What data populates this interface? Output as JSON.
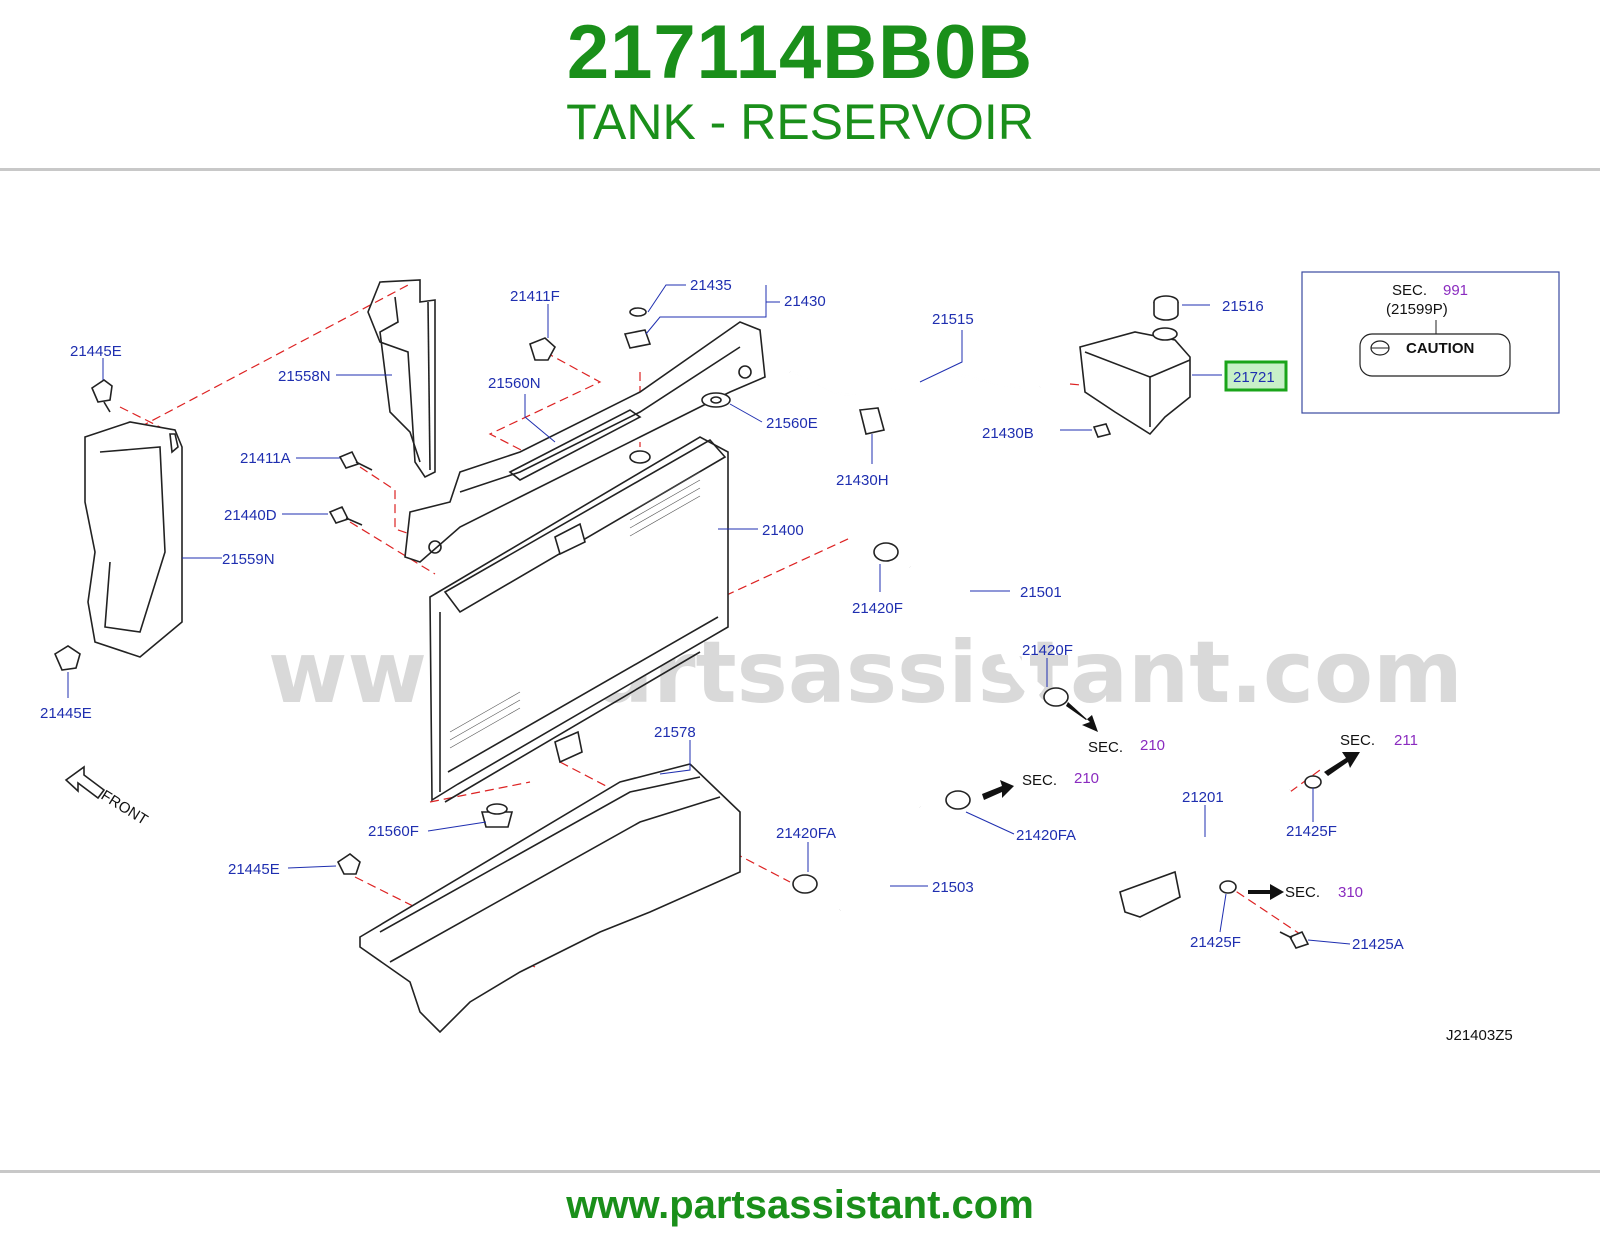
{
  "header": {
    "part_number": "217114BB0B",
    "part_name": "TANK - RESERVOIR"
  },
  "footer": {
    "url": "www.partsassistant.com"
  },
  "diagram": {
    "watermark": "www.partsassistant.com",
    "diagram_code": "J21403Z5",
    "front_label": "FRONT",
    "highlighted_part": "21721",
    "caution_box": {
      "sec_label": "SEC.",
      "sec_number": "991",
      "ref": "(21599P)",
      "caution": "CAUTION"
    },
    "sec_refs": [
      {
        "id": "sec-210a",
        "label": "SEC.",
        "number": "210"
      },
      {
        "id": "sec-210b",
        "label": "SEC.",
        "number": "210"
      },
      {
        "id": "sec-211",
        "label": "SEC.",
        "number": "211"
      },
      {
        "id": "sec-310",
        "label": "SEC.",
        "number": "310"
      }
    ],
    "labels": {
      "p21445E_top": "21445E",
      "p21445E_mid": "21445E",
      "p21445E_bottom": "21445E",
      "p21558N": "21558N",
      "p21411F": "21411F",
      "p21435": "21435",
      "p21430": "21430",
      "p21560N": "21560N",
      "p21411A": "21411A",
      "p21440D": "21440D",
      "p21559N": "21559N",
      "p21515": "21515",
      "p21516": "21516",
      "p21721": "21721",
      "p21560E": "21560E",
      "p21430B": "21430B",
      "p21430H": "21430H",
      "p21400": "21400",
      "p21501": "21501",
      "p21420F_a": "21420F",
      "p21420F_b": "21420F",
      "p21578": "21578",
      "p21560F": "21560F",
      "p21420FA_a": "21420FA",
      "p21420FA_b": "21420FA",
      "p21503": "21503",
      "p21201": "21201",
      "p21425F_a": "21425F",
      "p21425F_b": "21425F",
      "p21425A": "21425A"
    }
  }
}
